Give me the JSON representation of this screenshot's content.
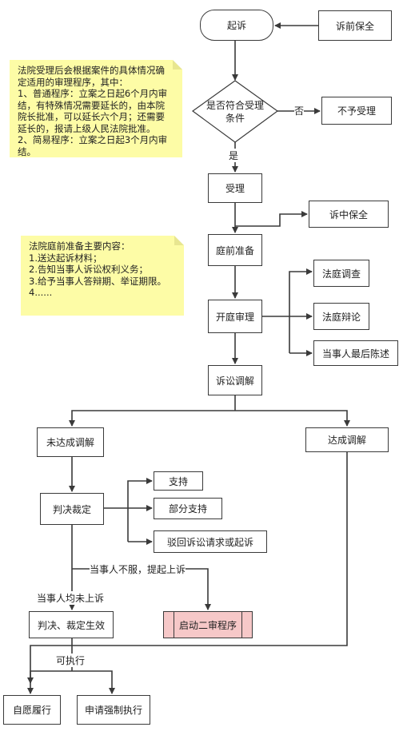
{
  "nodes": {
    "qisu": "起诉",
    "suqian_baoquan": "诉前保全",
    "decision": [
      "是否符合受理",
      "条件"
    ],
    "buyu_shouli": "不予受理",
    "shouli": "受理",
    "suzhong_baoquan": "诉中保全",
    "tingqian_zhunbei": "庭前准备",
    "kaiting_shenli": "开庭审理",
    "fating_diaocha": "法庭调查",
    "fating_bianlun": "法庭辩论",
    "zuihou_chenshu": "当事人最后陈述",
    "susong_tiaojie": "诉讼调解",
    "weida_tiaojie": "未达成调解",
    "dacheng_tiaojie": "达成调解",
    "panjue_caiding": "判决裁定",
    "zhichi": "支持",
    "bufen_zhichi": "部分支持",
    "bohui": "驳回诉讼请求或起诉",
    "shengxiao": "判决、裁定生效",
    "ershen": "启动二审程序",
    "ziyuan_lvxing": "自愿履行",
    "qiangzhi_zhixing": "申请强制执行"
  },
  "edge_labels": {
    "no": "否",
    "yes": "是",
    "appeal": "当事人不服，提起上诉",
    "no_appeal": "当事人均未上诉",
    "enforceable": "可执行"
  },
  "notes": {
    "procedure": [
      "法院受理后会根据案件的具体情况确",
      "定适用的审理程序，其中：",
      "1、普通程序：立案之日起6个月内审",
      "结，有特殊情况需要延长的，由本院",
      "院长批准，可以延长六个月；还需要",
      "延长的，报请上级人民法院批准。",
      "2、简易程序：立案之日起3个月内审",
      "结。"
    ],
    "preparation": [
      "法院庭前准备主要内容：",
      "1.送达起诉材料；",
      "2.告知当事人诉讼权利义务；",
      "3.给予当事人答辩期、举证期限。",
      "4......"
    ]
  },
  "colors": {
    "line": "#3a3a3a",
    "note": "#fdfca6",
    "highlight": "#f6c8c8"
  }
}
